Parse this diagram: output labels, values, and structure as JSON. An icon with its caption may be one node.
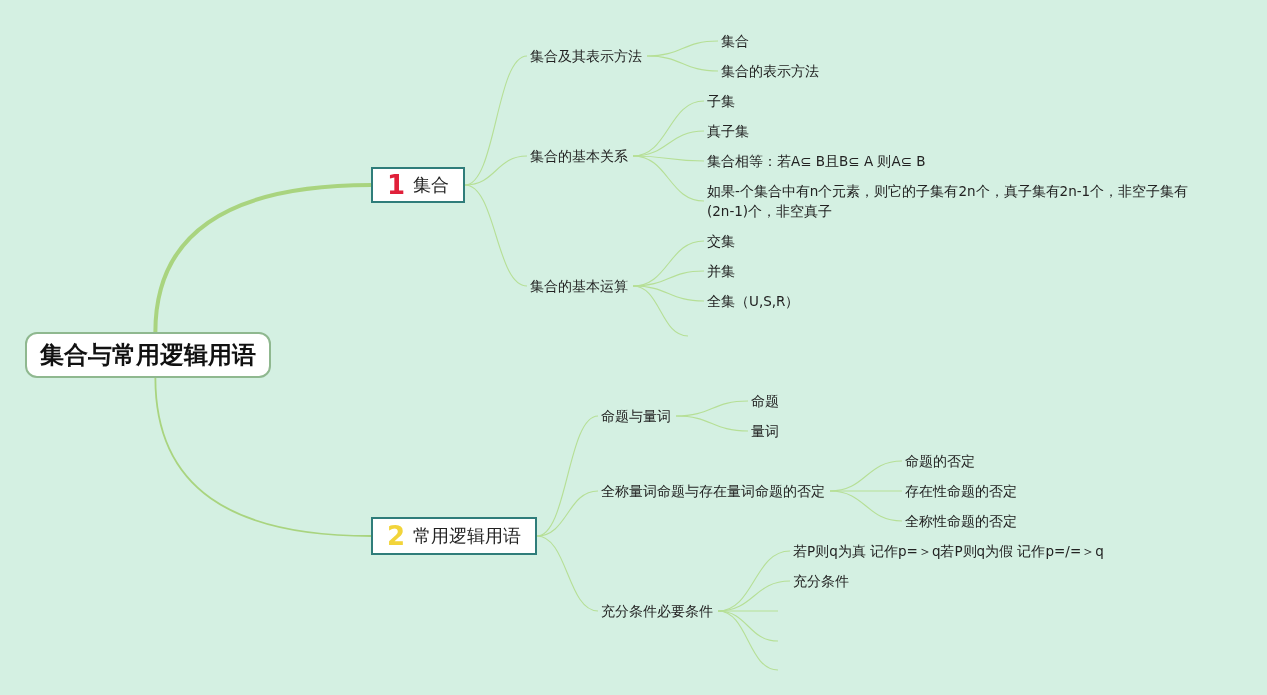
{
  "diagram": {
    "nodes": [
      {
        "text": [
          "集合与常用逻辑用语"
        ]
      },
      {
        "text": [
          "1",
          "集合"
        ]
      },
      {
        "text": [
          "集合及其表示方法"
        ]
      },
      {
        "text": [
          "集合"
        ]
      },
      {
        "text": [
          "集合的表示方法"
        ]
      },
      {
        "text": [
          "集合的基本关系"
        ]
      },
      {
        "text": [
          "子集"
        ]
      },
      {
        "text": [
          "真子集"
        ]
      },
      {
        "text": [
          "集合相等：若A⊆ B且B⊆ A 则A⊆ B"
        ]
      },
      {
        "text": [
          "如果-个集合中有n个元素，则它的子集有2n个，真子集有2n-1个，非空子集有(2n-1)个，非空真子"
        ]
      },
      {
        "text": [
          "集合的基本运算"
        ]
      },
      {
        "text": [
          "交集"
        ]
      },
      {
        "text": [
          "并集"
        ]
      },
      {
        "text": [
          "全集（U,S,R）"
        ]
      },
      {
        "text": [
          "2",
          "常用逻辑用语"
        ]
      },
      {
        "text": [
          "命题与量词"
        ]
      },
      {
        "text": [
          "命题"
        ]
      },
      {
        "text": [
          "量词"
        ]
      },
      {
        "text": [
          "全称量词命题与存在量词命题的否定"
        ]
      },
      {
        "text": [
          "命题的否定"
        ]
      },
      {
        "text": [
          "存在性命题的否定"
        ]
      },
      {
        "text": [
          "全称性命题的否定"
        ]
      },
      {
        "text": [
          "充分条件必要条件"
        ]
      },
      {
        "text": [
          "若P则q为真 记作p=＞q若P则q为假 记作p=/=＞q"
        ]
      },
      {
        "text": [
          "充分条件"
        ]
      }
    ],
    "edges": [
      {
        "from": 0,
        "to": 1,
        "arrow": "none",
        "style": "thick"
      },
      {
        "from": 0,
        "to": 14,
        "arrow": "none"
      },
      {
        "from": 1,
        "to": 2,
        "arrow": "none"
      },
      {
        "from": 2,
        "to": 3,
        "arrow": "none"
      },
      {
        "from": 2,
        "to": 4,
        "arrow": "none"
      },
      {
        "from": 1,
        "to": 5,
        "arrow": "none"
      },
      {
        "from": 5,
        "to": 6,
        "arrow": "none"
      },
      {
        "from": 5,
        "to": 7,
        "arrow": "none"
      },
      {
        "from": 5,
        "to": 8,
        "arrow": "none"
      },
      {
        "from": 5,
        "to": 9,
        "arrow": "none"
      },
      {
        "from": 1,
        "to": 10,
        "arrow": "none"
      },
      {
        "from": 10,
        "to": 11,
        "arrow": "none"
      },
      {
        "from": 10,
        "to": 12,
        "arrow": "none"
      },
      {
        "from": 10,
        "to": 13,
        "arrow": "none"
      },
      {
        "from": 10,
        "to": null,
        "arrow": "none"
      },
      {
        "from": 14,
        "to": 15,
        "arrow": "none"
      },
      {
        "from": 15,
        "to": 16,
        "arrow": "none"
      },
      {
        "from": 15,
        "to": 17,
        "arrow": "none"
      },
      {
        "from": 14,
        "to": 18,
        "arrow": "none"
      },
      {
        "from": 18,
        "to": 19,
        "arrow": "none"
      },
      {
        "from": 18,
        "to": 20,
        "arrow": "none"
      },
      {
        "from": 18,
        "to": 21,
        "arrow": "none"
      },
      {
        "from": 14,
        "to": 22,
        "arrow": "none"
      },
      {
        "from": 22,
        "to": 23,
        "arrow": "none"
      },
      {
        "from": 22,
        "to": 24,
        "arrow": "none"
      },
      {
        "from": 22,
        "to": null,
        "arrow": "none"
      },
      {
        "from": 22,
        "to": null,
        "arrow": "none"
      },
      {
        "from": 22,
        "to": null,
        "arrow": "none"
      }
    ]
  }
}
